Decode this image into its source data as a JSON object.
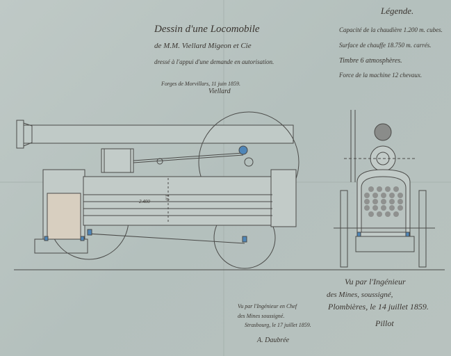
{
  "title": {
    "line1": "Dessin d'une Locomobile",
    "line2": "de M.M. Viellard Migeon et Cie",
    "line3": "dressé à l'appui d'une demande en autorisation.",
    "place_date": "Forges de Morvillars, 11 juin 1859.",
    "signature": "Viellard"
  },
  "legend": {
    "heading": "Légende.",
    "items": [
      "Capacité de la chaudière 1.200 m. cubes.",
      "Surface de chauffe 18.750 m. carrés.",
      "Timbre 6 atmosphères.",
      "Force de la machine 12 chevaux."
    ]
  },
  "dimensions": {
    "length": "2.400",
    "height": "1.0"
  },
  "approval_engineer": {
    "line1": "Vu par l'Ingénieur",
    "line2": "des Mines, soussigné,",
    "line3": "Plombières, le 14 juillet 1859.",
    "signature": "Pillot"
  },
  "approval_chief": {
    "line1": "Vu par l'Ingénieur en Chef",
    "line2": "des Mines soussigné.",
    "line3": "Strasbourg, le 17 juillet 1859.",
    "signature": "A. Daubrée"
  },
  "colors": {
    "paper": "#b9c4c1",
    "ink": "#3a3530",
    "wash_blue": "#4f86b8",
    "firebox": "#d8cfc0"
  }
}
